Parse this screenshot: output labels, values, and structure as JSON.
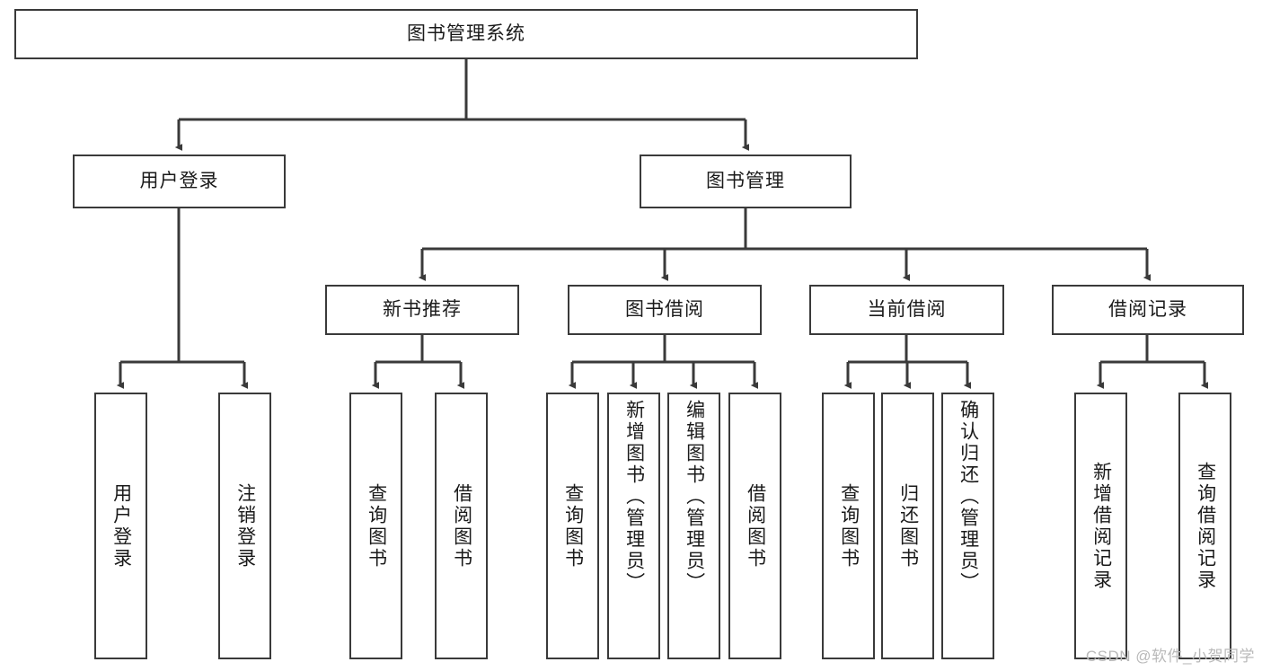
{
  "diagram": {
    "title": "图书管理系统",
    "type": "tree-hierarchy-diagram",
    "colors": {
      "background": "#ffffff",
      "box_border": "#3a3a3a",
      "box_fill": "#ffffff",
      "edge": "#3a3a3a",
      "text": "#1a1a1a",
      "watermark": "#b9b9b9"
    },
    "root": {
      "label": "图书管理系统"
    },
    "level1": [
      {
        "label": "用户登录"
      },
      {
        "label": "图书管理"
      }
    ],
    "level2": [
      {
        "label": "新书推荐"
      },
      {
        "label": "图书借阅"
      },
      {
        "label": "当前借阅"
      },
      {
        "label": "借阅记录"
      }
    ],
    "leaves": {
      "user_login": [
        {
          "label": "用户登录"
        },
        {
          "label": "注销登录"
        }
      ],
      "new_book": [
        {
          "label": "查询图书"
        },
        {
          "label": "借阅图书"
        }
      ],
      "book_borrow": [
        {
          "label": "查询图书"
        },
        {
          "label": "新增图书（管理员）"
        },
        {
          "label": "编辑图书（管理员）"
        },
        {
          "label": "借阅图书"
        }
      ],
      "current_borrow": [
        {
          "label": "查询图书"
        },
        {
          "label": "归还图书"
        },
        {
          "label": "确认归还（管理员）"
        }
      ],
      "borrow_record": [
        {
          "label": "新增借阅记录"
        },
        {
          "label": "查询借阅记录"
        }
      ]
    }
  },
  "watermark": {
    "text": "CSDN @软件_小贺同学"
  }
}
